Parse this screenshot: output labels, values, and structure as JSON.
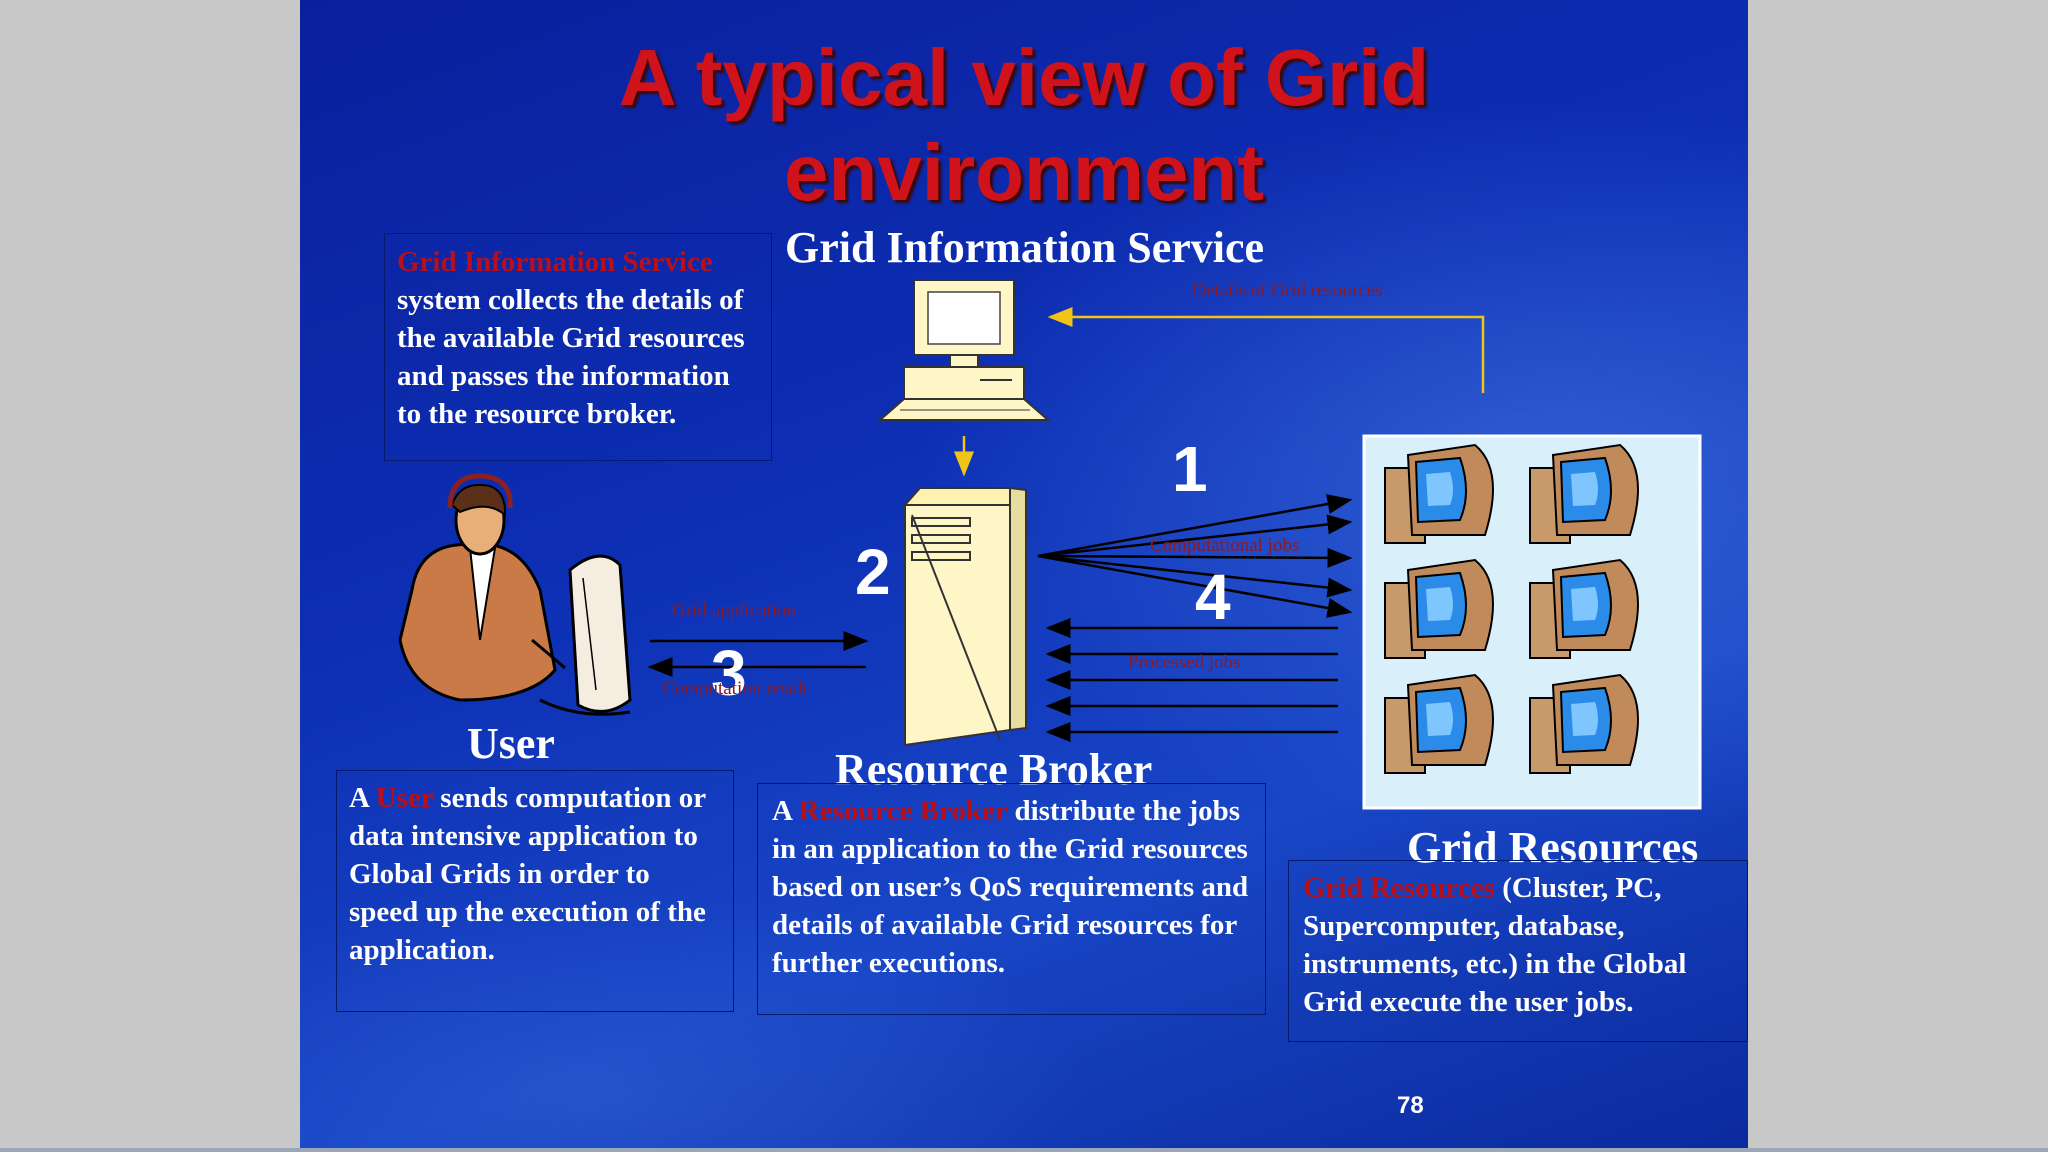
{
  "slide": {
    "title_line1": "A typical view of Grid",
    "title_line2": "environment",
    "page_number": "78"
  },
  "labels": {
    "gis": "Grid Information Service",
    "user": "User",
    "broker": "Resource Broker",
    "resources": "Grid Resources"
  },
  "numbers": {
    "n1": "1",
    "n2": "2",
    "n3": "3",
    "n4": "4"
  },
  "arrow_labels": {
    "details": "Details of Grid resources",
    "computational": "Computational jobs",
    "processed": "Processed jobs",
    "grid_app": "Grid application",
    "comp_result": "Computation result"
  },
  "gis_box": {
    "highlight": "Grid Information Service",
    "text": "system collects the details of the available Grid resources and passes the information to the resource broker."
  },
  "user_box": {
    "prefix": "A ",
    "highlight": "User",
    "text": " sends computation or data intensive application to Global Grids in order to speed up the execution of the application."
  },
  "broker_box": {
    "prefix": "A ",
    "highlight": "Resource Broker",
    "text": " distribute the jobs in an application to the Grid resources based on user’s QoS requirements and details of available Grid resources for further executions."
  },
  "resources_box": {
    "highlight": "Grid Resources",
    "text": " (Cluster, PC, Supercomputer, database, instruments, etc.) in the Global Grid execute the user jobs."
  },
  "colors": {
    "accent_red": "#d0131b",
    "arrow_yellow": "#f2c417",
    "bg_blue": "#0d2fb4"
  },
  "icons": [
    "desktop-computer-icon",
    "server-tower-icon",
    "user-at-computer-icon",
    "pc-cluster-icon"
  ]
}
